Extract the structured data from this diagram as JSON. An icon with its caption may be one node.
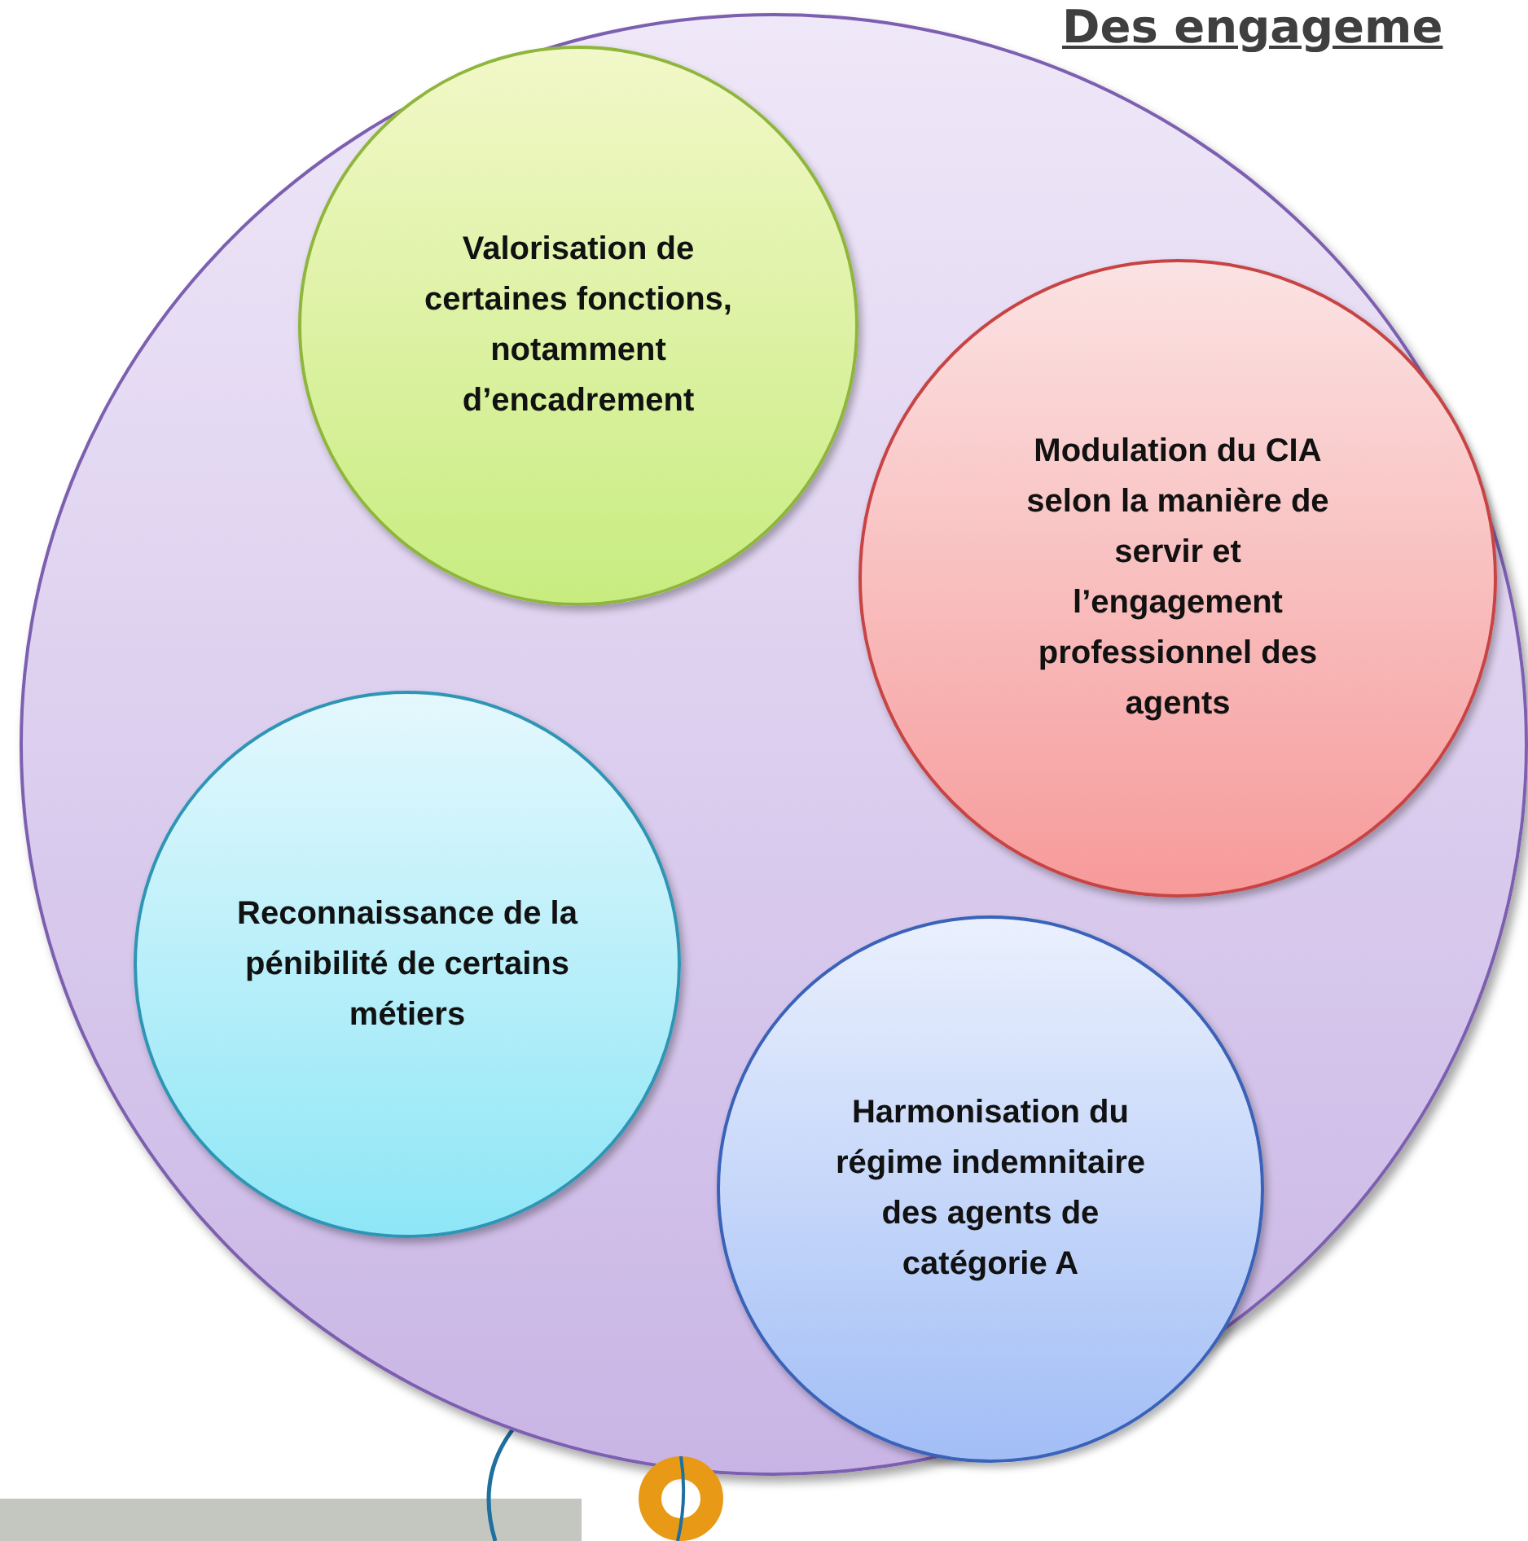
{
  "diagram": {
    "title": "Des engageme",
    "nodes": [
      {
        "text": [],
        "shape": "circle"
      },
      {
        "text": [
          "Valorisation de certaines fonctions, notamment d’encadrement"
        ],
        "in": 0
      },
      {
        "text": [
          "Modulation du CIA selon la manière de servir et l’engagement professionnel des agents"
        ],
        "in": 0
      },
      {
        "text": [
          "Reconnaissance de la pénibilité de certains métiers"
        ],
        "in": 0
      },
      {
        "text": [
          "Harmonisation du régime indemnitaire des agents de catégorie A"
        ],
        "in": 0
      }
    ],
    "edges": []
  }
}
